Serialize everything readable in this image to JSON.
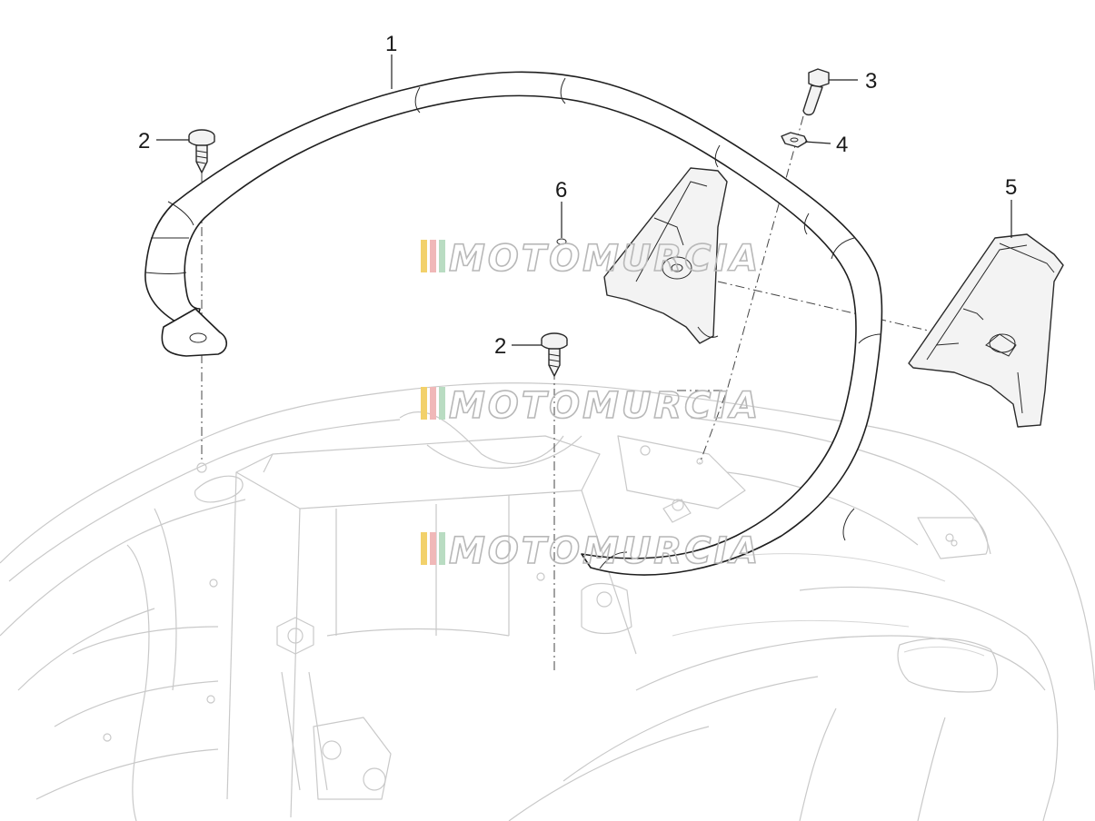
{
  "callouts": [
    {
      "id": "c1",
      "number": "1"
    },
    {
      "id": "c2a",
      "number": "2"
    },
    {
      "id": "c2b",
      "number": "2"
    },
    {
      "id": "c3",
      "number": "3"
    },
    {
      "id": "c4",
      "number": "4"
    },
    {
      "id": "c5",
      "number": "5"
    },
    {
      "id": "c6",
      "number": "6"
    }
  ],
  "watermark": {
    "text": "MOTOMURCIA",
    "stripe_colors": [
      "#f2d16b",
      "#f0b8b8",
      "#b9dcc2"
    ]
  },
  "colors": {
    "line": "#1f1f1f",
    "ghost": "#c9c9c9"
  }
}
